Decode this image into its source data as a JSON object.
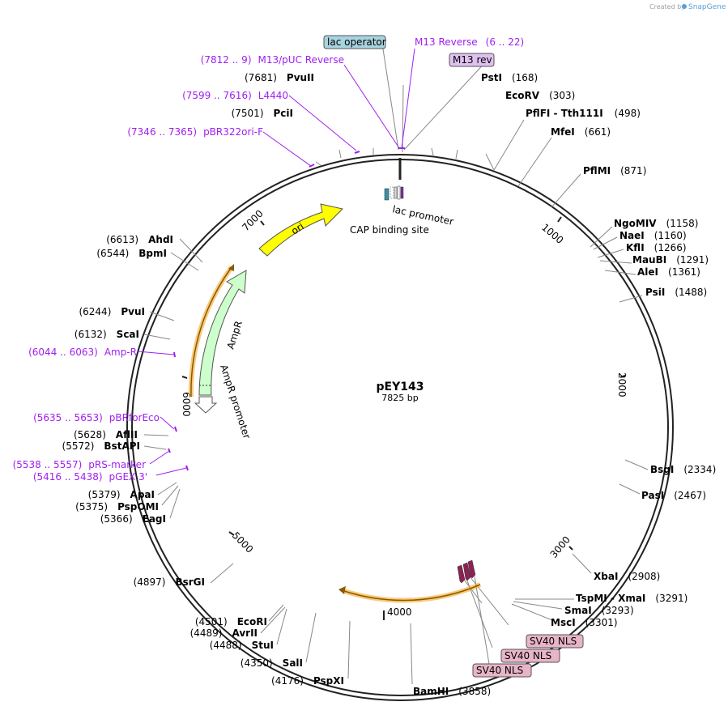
{
  "credit": {
    "created_by": "Created by",
    "brand": "SnapGene"
  },
  "plasmid": {
    "name": "pEY143",
    "size": "7825 bp"
  },
  "ticks": [
    "1000",
    "2000",
    "3000",
    "4000",
    "5000",
    "6000",
    "7000"
  ],
  "sites_right": [
    {
      "name": "PstI",
      "pos": "(168)"
    },
    {
      "name": "EcoRV",
      "pos": "(303)"
    },
    {
      "name": "PflFI - Tth111I",
      "pos": "(498)"
    },
    {
      "name": "MfeI",
      "pos": "(661)"
    },
    {
      "name": "PflMI",
      "pos": "(871)"
    },
    {
      "name": "NgoMIV",
      "pos": "(1158)"
    },
    {
      "name": "NaeI",
      "pos": "(1160)"
    },
    {
      "name": "KflI",
      "pos": "(1266)"
    },
    {
      "name": "MauBI",
      "pos": "(1291)"
    },
    {
      "name": "AleI",
      "pos": "(1361)"
    },
    {
      "name": "PsiI",
      "pos": "(1488)"
    },
    {
      "name": "BsgI",
      "pos": "(2334)"
    },
    {
      "name": "PasI",
      "pos": "(2467)"
    },
    {
      "name": "XbaI",
      "pos": "(2908)"
    },
    {
      "name": "TspMI - XmaI",
      "pos": "(3291)"
    },
    {
      "name": "SmaI",
      "pos": "(3293)"
    },
    {
      "name": "MscI",
      "pos": "(3301)"
    },
    {
      "name": "BamHI",
      "pos": "(3858)"
    }
  ],
  "sites_left": [
    {
      "name": "PvuII",
      "pos": "(7681)"
    },
    {
      "name": "PciI",
      "pos": "(7501)"
    },
    {
      "name": "AhdI",
      "pos": "(6613)"
    },
    {
      "name": "BpmI",
      "pos": "(6544)"
    },
    {
      "name": "PvuI",
      "pos": "(6244)"
    },
    {
      "name": "ScaI",
      "pos": "(6132)"
    },
    {
      "name": "AflII",
      "pos": "(5628)"
    },
    {
      "name": "BstAPI",
      "pos": "(5572)"
    },
    {
      "name": "ApaI",
      "pos": "(5379)"
    },
    {
      "name": "PspOMI",
      "pos": "(5375)"
    },
    {
      "name": "EagI",
      "pos": "(5366)"
    },
    {
      "name": "BsrGI",
      "pos": "(4897)"
    },
    {
      "name": "EcoRI",
      "pos": "(4501)"
    },
    {
      "name": "AvrII",
      "pos": "(4489)"
    },
    {
      "name": "StuI",
      "pos": "(4488)"
    },
    {
      "name": "SalI",
      "pos": "(4350)"
    },
    {
      "name": "PspXI",
      "pos": "(4176)"
    }
  ],
  "primers": [
    {
      "name": "M13 Reverse",
      "range": "(6 .. 22)"
    },
    {
      "name": "M13/pUC Reverse",
      "range": "(7812 .. 9)"
    },
    {
      "name": "L4440",
      "range": "(7599 .. 7616)"
    },
    {
      "name": "pBR322ori-F",
      "range": "(7346 .. 7365)"
    },
    {
      "name": "Amp-R",
      "range": "(6044 .. 6063)"
    },
    {
      "name": "pBRforEco",
      "range": "(5635 .. 5653)"
    },
    {
      "name": "pRS-marker",
      "range": "(5538 .. 5557)"
    },
    {
      "name": "pGEX 3'",
      "range": "(5416 .. 5438)"
    }
  ],
  "boxed_labels": {
    "lac_operator": "lac operator",
    "m13_rev": "M13 rev",
    "sv40_nls_1": "SV40 NLS",
    "sv40_nls_2": "SV40 NLS",
    "sv40_nls_3": "SV40 NLS"
  },
  "features": {
    "lac_promoter": "lac promoter",
    "cap_site": "CAP binding site",
    "ori": "ori",
    "ampr": "AmpR",
    "ampr_promoter": "AmpR promoter"
  },
  "colors": {
    "primer": "#a020f0",
    "ori": "#ffff00",
    "ampr": "#ccffcc",
    "orange_orf": "#f5a623",
    "sv40": "#e8b4c8",
    "lac_operator": "#a8d4e0",
    "m13_box": "#e0c0f0"
  }
}
